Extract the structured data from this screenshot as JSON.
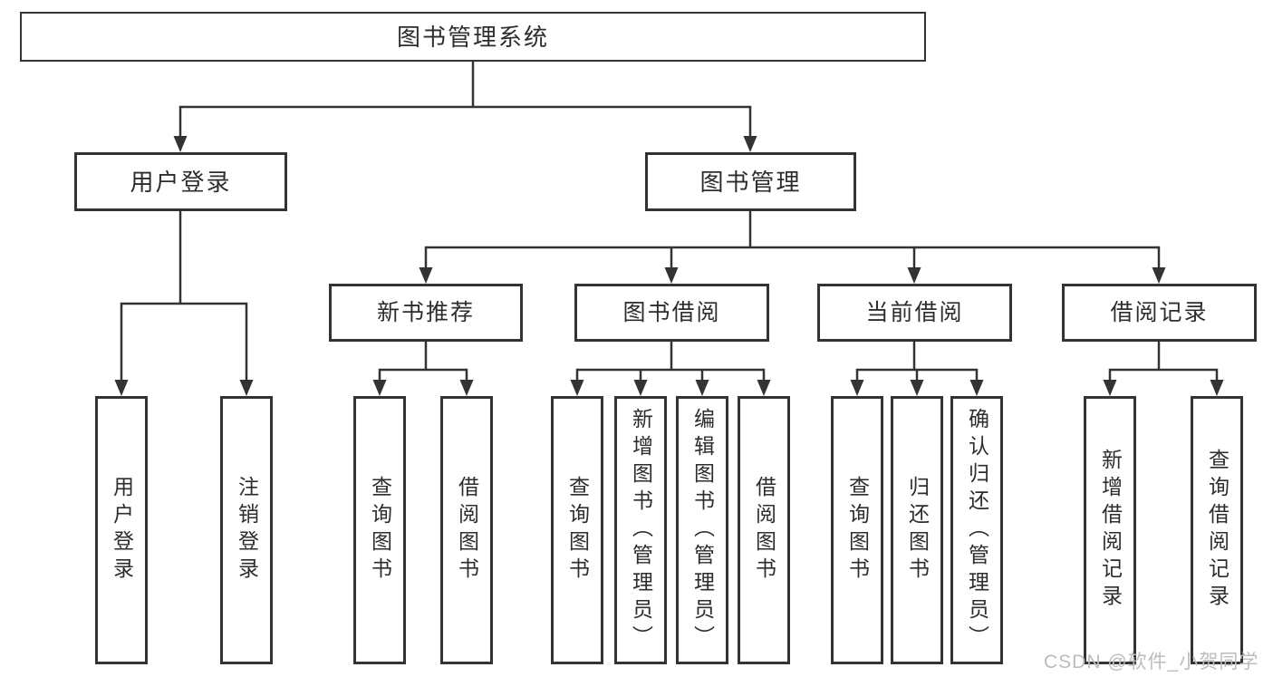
{
  "diagram": {
    "root": {
      "label": "图书管理系统"
    },
    "branches": [
      {
        "label": "用户登录",
        "children": [
          {
            "label": "用户登录"
          },
          {
            "label": "注销登录"
          }
        ]
      },
      {
        "label": "图书管理",
        "sections": [
          {
            "label": "新书推荐",
            "children": [
              {
                "label": "查询图书"
              },
              {
                "label": "借阅图书"
              }
            ]
          },
          {
            "label": "图书借阅",
            "children": [
              {
                "label": "查询图书"
              },
              {
                "label": "新增图书（管理员）"
              },
              {
                "label": "编辑图书（管理员）"
              },
              {
                "label": "借阅图书"
              }
            ]
          },
          {
            "label": "当前借阅",
            "children": [
              {
                "label": "查询图书"
              },
              {
                "label": "归还图书"
              },
              {
                "label": "确认归还（管理员）"
              }
            ]
          },
          {
            "label": "借阅记录",
            "children": [
              {
                "label": "新增借阅记录"
              },
              {
                "label": "查询借阅记录"
              }
            ]
          }
        ]
      }
    ]
  },
  "watermark": {
    "text": "CSDN @软件_小贺同学"
  },
  "colors": {
    "line": "#333333",
    "text": "#2d2d2d",
    "watermark_text": "#bcbcbc",
    "background": "#ffffff"
  }
}
